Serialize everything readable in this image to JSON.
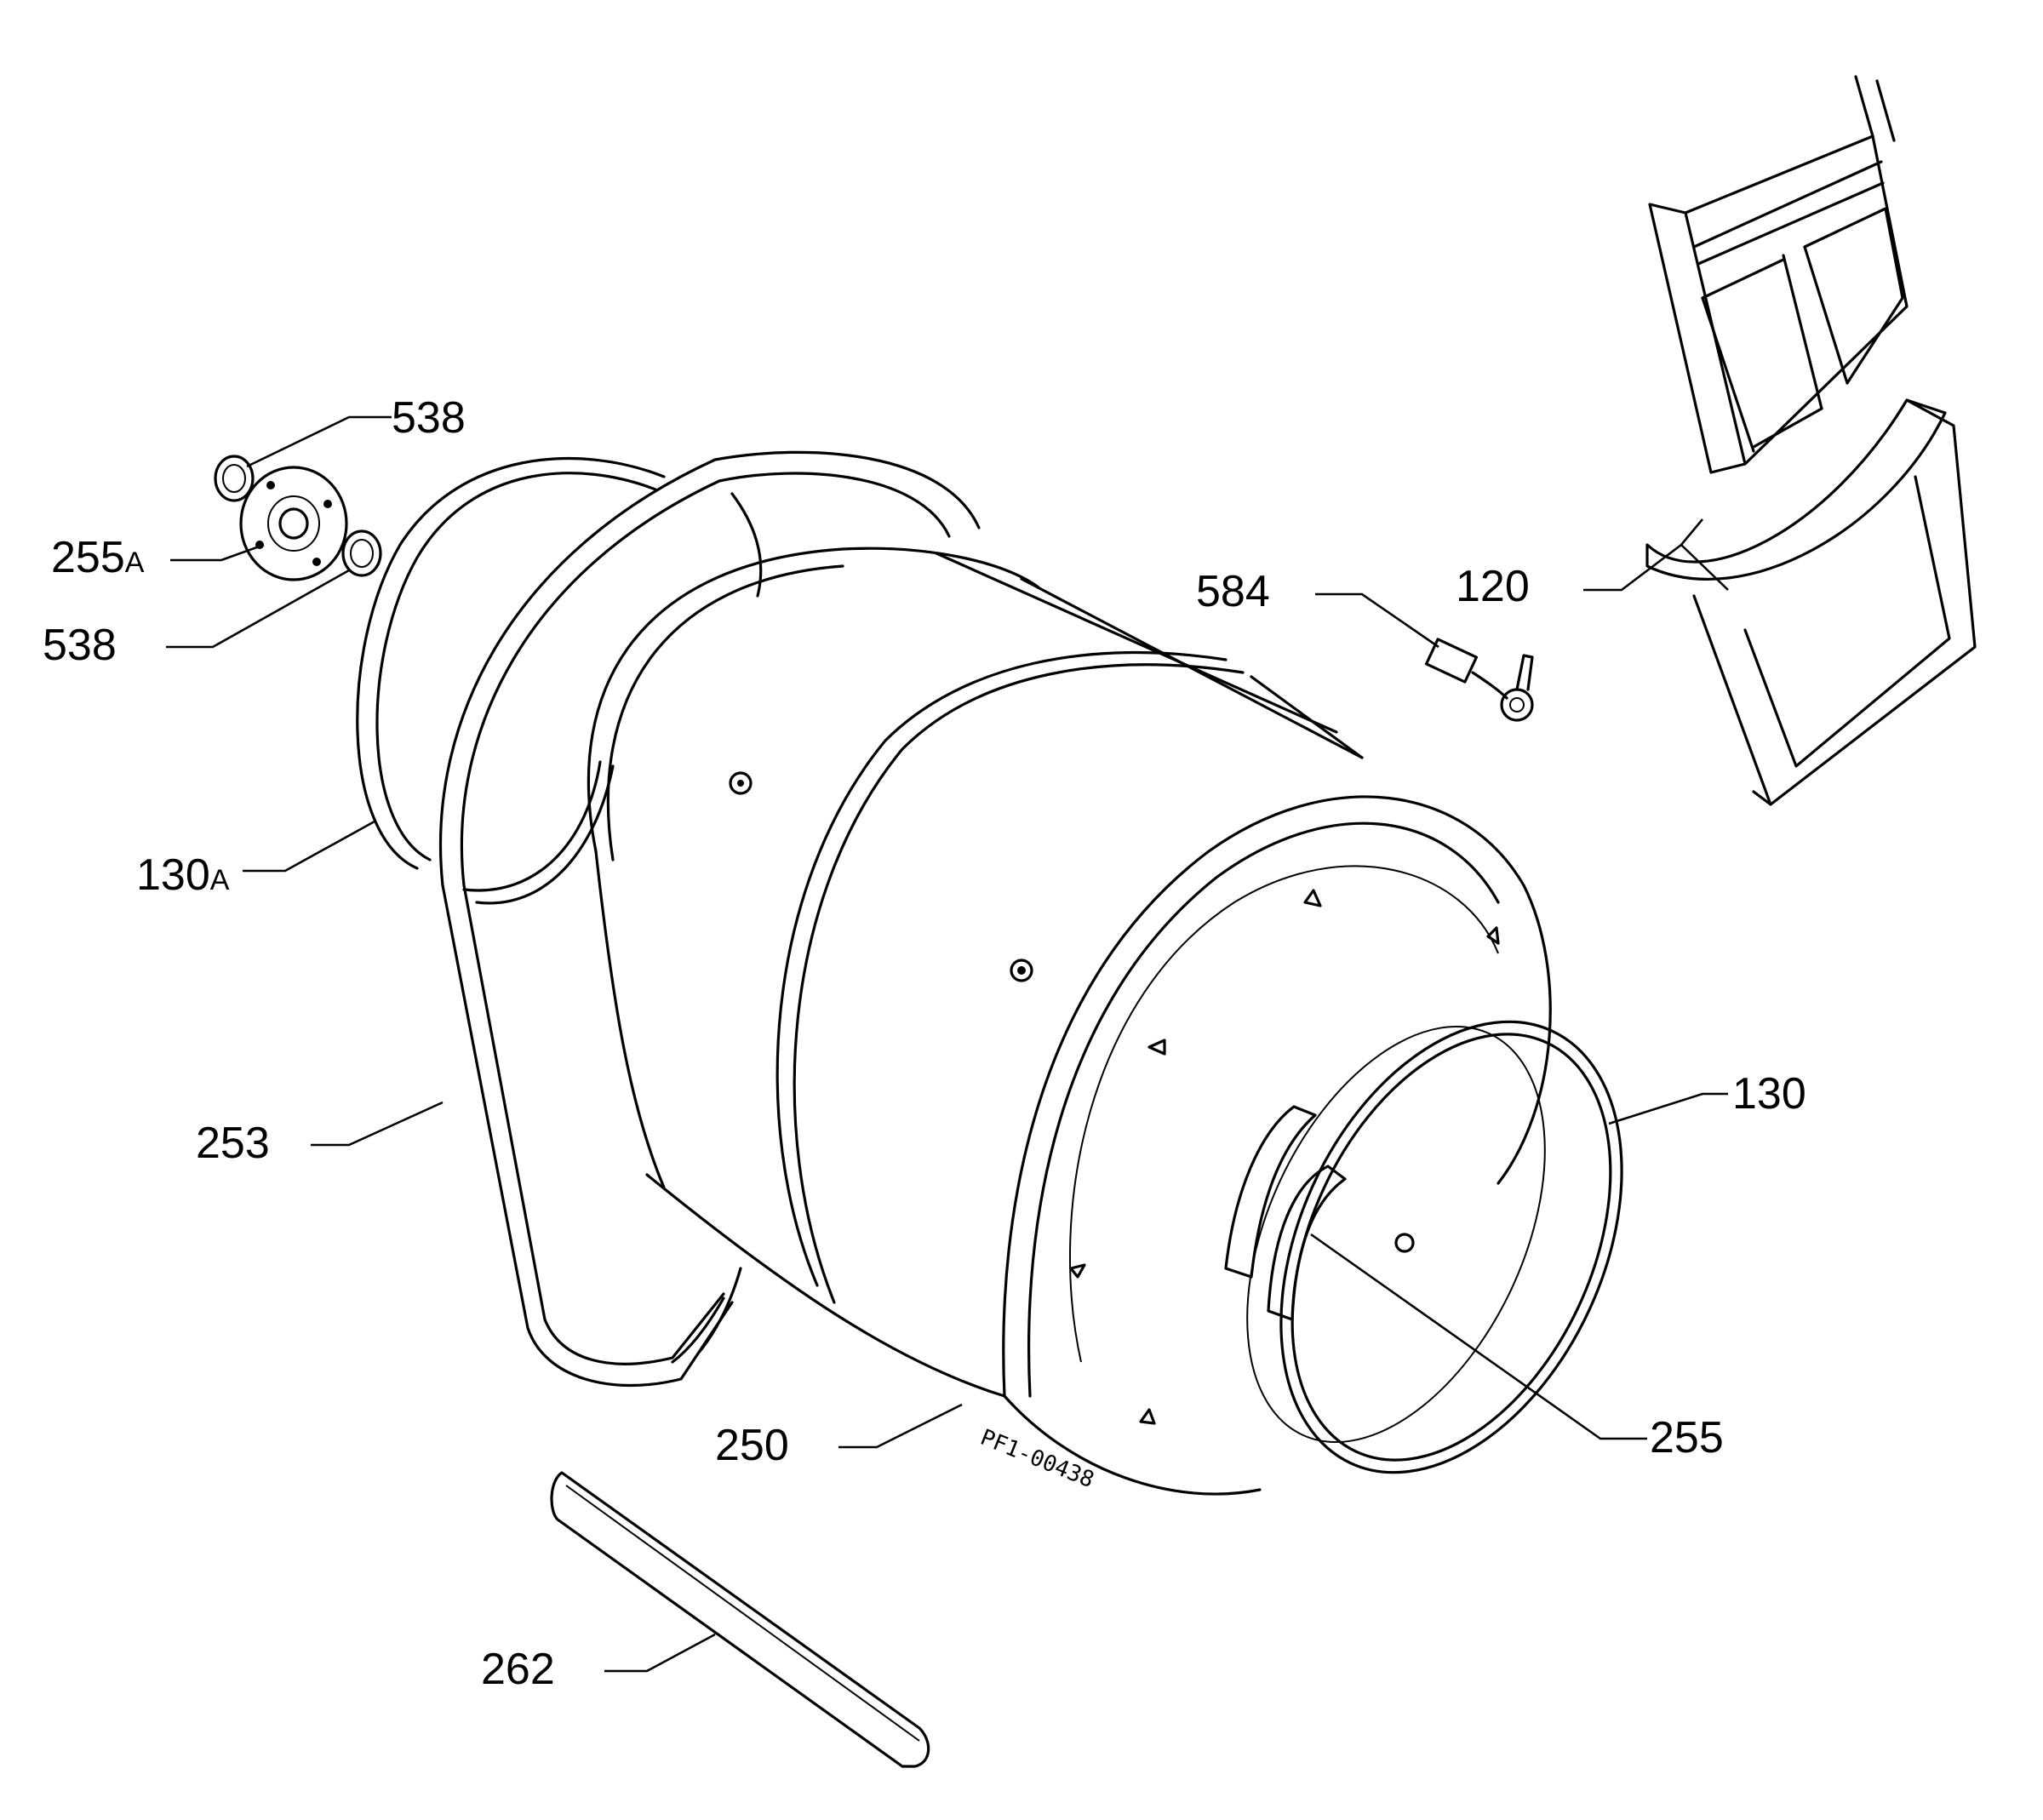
{
  "drawing_code": "PF1-00438",
  "labels": {
    "p538_top": "538",
    "p255a": "255",
    "p255a_suffix": "A",
    "p538_bottom": "538",
    "p130a": "130",
    "p130a_suffix": "A",
    "p253": "253",
    "p250": "250",
    "p262": "262",
    "p584": "584",
    "p120": "120",
    "p130": "130",
    "p255": "255"
  }
}
